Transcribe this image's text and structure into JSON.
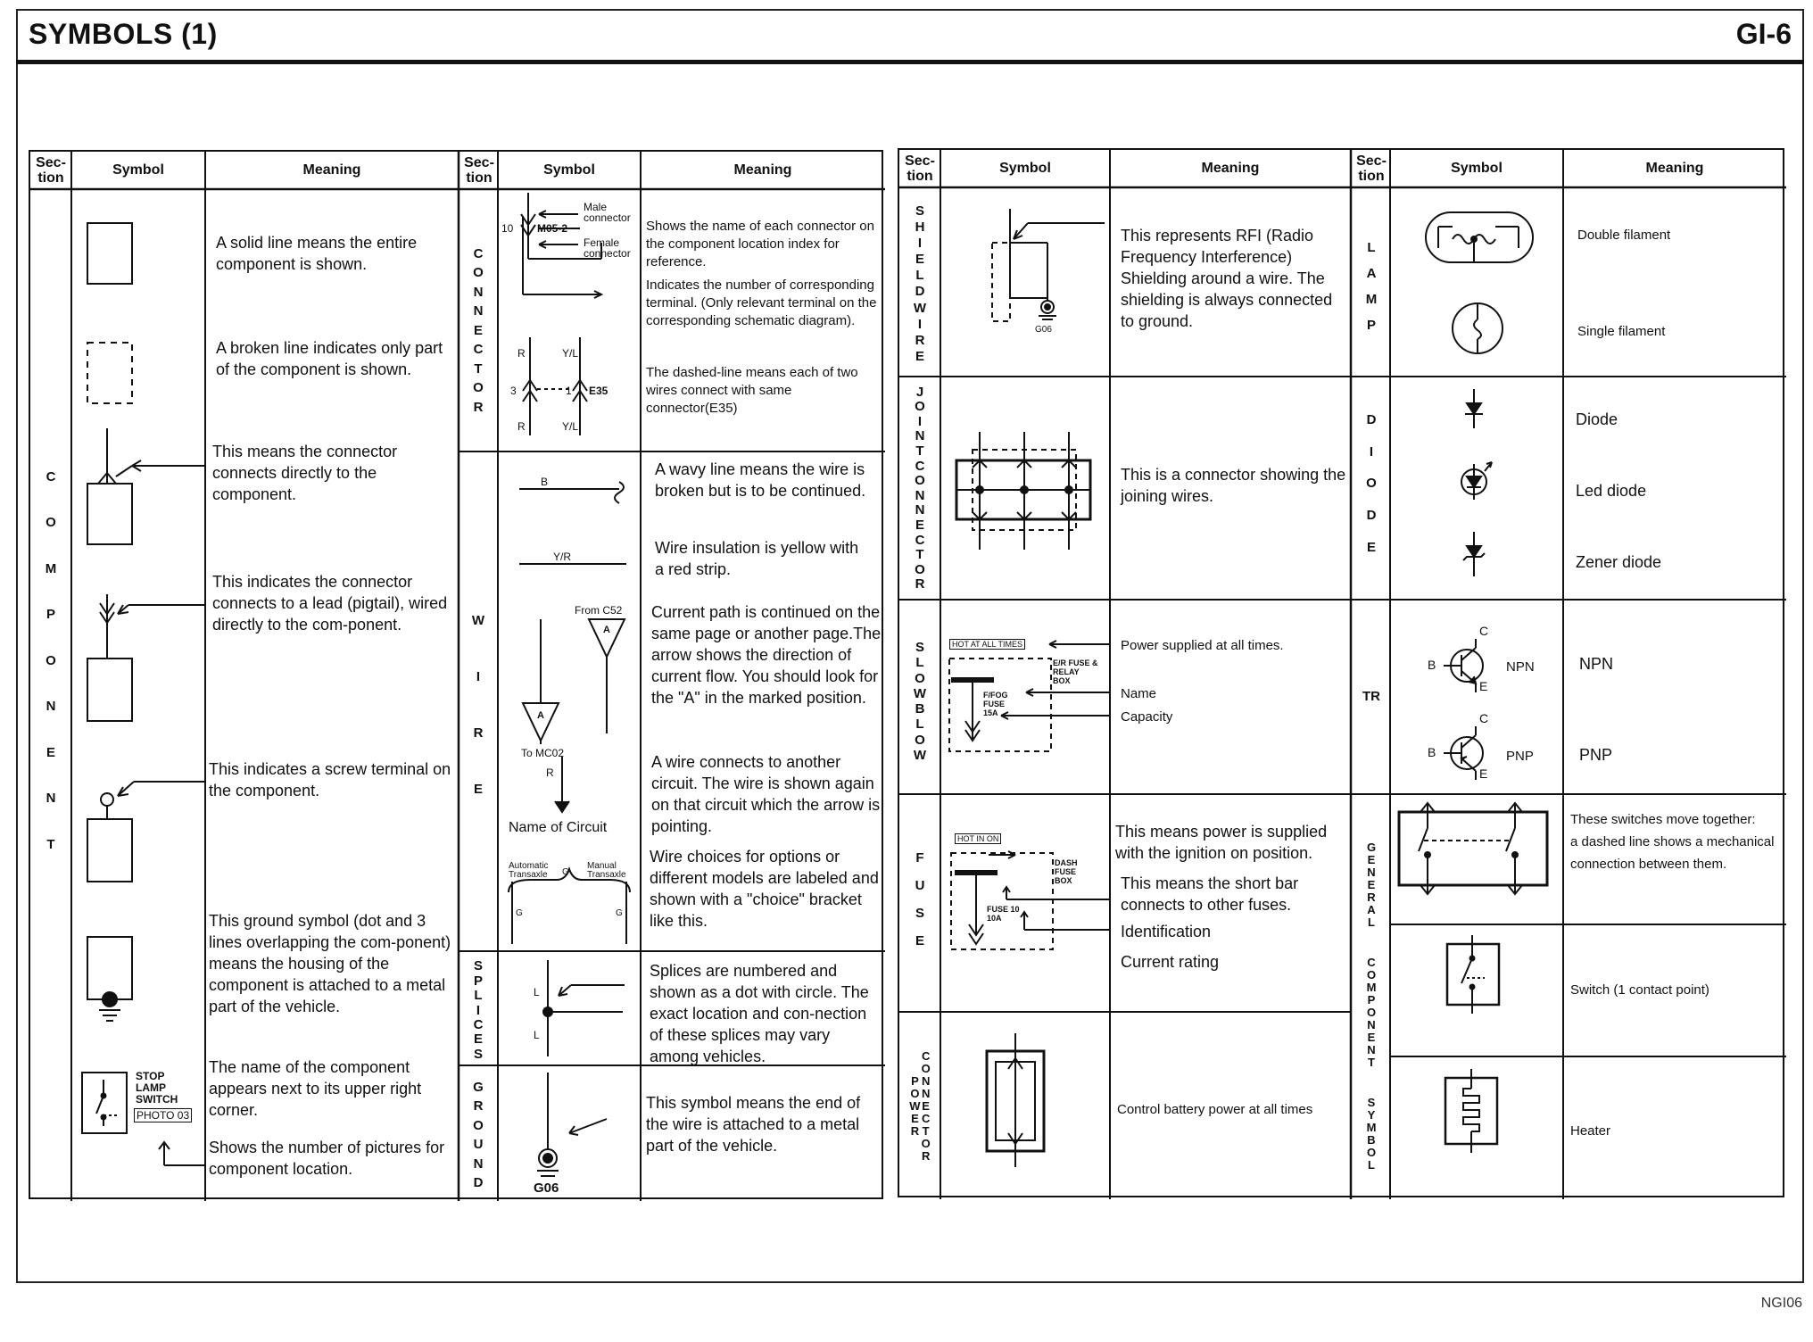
{
  "header": {
    "title": "SYMBOLS (1)",
    "page": "GI-6"
  },
  "footer": {
    "code": "NGI06"
  },
  "columns": {
    "section": "Sec-\ntion",
    "symbol": "Symbol",
    "meaning": "Meaning"
  },
  "left": {
    "component": {
      "section": "COMPONENT",
      "m1": "A solid line means the entire component is shown.",
      "m2": "A broken line indicates only part of the component is shown.",
      "m3": "This means the connector connects directly to the component.",
      "m4": "This indicates the connector connects to a lead (pigtail), wired directly to the com-ponent.",
      "m5": "This indicates a screw terminal on the component.",
      "m6": "This ground symbol (dot and 3 lines overlapping the com-ponent) means the housing of the component is attached to a metal part of the vehicle.",
      "m7": "The name of the component appears next to its upper right corner.",
      "m8": "Shows the number of pictures for component location.",
      "stop_lamp": "STOP\nLAMP\nSWITCH",
      "photo": "PHOTO 03"
    },
    "connector": {
      "section": "CONNECTOR",
      "male": "Male\nconnector",
      "female": "Female\nconnector",
      "num10": "10",
      "code": "M05-2",
      "r_top": "R",
      "yl_top": "Y/L",
      "num3": "3",
      "num1": "1",
      "e35": "E35",
      "r_bot": "R",
      "yl_bot": "Y/L",
      "m1": "Shows the name of each connector on the component location index for reference.",
      "m2": "Indicates the number of corresponding terminal. (Only relevant terminal on the corresponding schematic diagram).",
      "m3": "The dashed-line means each of two wires connect with same connector(E35)"
    },
    "wire": {
      "section": "WIRE",
      "b": "B",
      "yr": "Y/R",
      "from": "From C52",
      "to": "To MC02",
      "a1": "A",
      "a2": "A",
      "r": "R",
      "name_circuit": "Name of Circuit",
      "auto": "Automatic\nTransaxle",
      "manual": "Manual\nTransaxle",
      "g1": "G",
      "g2": "G",
      "g3": "G",
      "m1": "A wavy line means the wire is broken but is to be continued.",
      "m2": "Wire insulation is yellow with a red strip.",
      "m3": "Current path is continued on the same page or another page.The arrow shows the direction of current flow. You should look for the \"A\" in the marked position.",
      "m4": "A wire connects to another circuit. The wire is shown again on that circuit which the arrow is pointing.",
      "m5": "Wire choices for options or different models are labeled and shown with a \"choice\" bracket like this."
    },
    "splices": {
      "section": "SPLICES",
      "l1": "L",
      "l2": "L",
      "m1": "Splices are numbered and shown as a dot with circle. The exact location and con-nection of these splices may vary among vehicles."
    },
    "ground": {
      "section": "GROUND",
      "g06": "G06",
      "m1": "This symbol means the end of the wire is attached to a metal part of the vehicle."
    }
  },
  "right": {
    "shield": {
      "section": "SHIELD WIRE",
      "g06": "G06",
      "m1": "This represents RFI (Radio Frequency Interference) Shielding around a wire. The shielding is always connected to ground."
    },
    "joint": {
      "section": "JOINT CONNECTOR",
      "m1": "This is a connector showing the joining wires."
    },
    "slow": {
      "section": "SLOW BLOW",
      "hot": "HOT AT ALL TIMES",
      "box": "E/R FUSE &\nRELAY\nBOX",
      "ffog": "F/FOG\nFUSE\n15A",
      "m1": "Power supplied at all times.",
      "m2": "Name",
      "m3": "Capacity"
    },
    "fuse": {
      "section": "FUSE",
      "hot": "HOT IN ON",
      "box": "DASH\nFUSE\nBOX",
      "f10": "FUSE 10\n10A",
      "m1": "This means power is supplied with the ignition on position.",
      "m2": "This means the short bar connects to other fuses.",
      "m3": "Identification",
      "m4": "Current rating"
    },
    "power": {
      "section": "POWER CONNECTOR",
      "m1": "Control battery power at all times"
    },
    "lamp": {
      "section": "LAMP",
      "m1": "Double filament",
      "m2": "Single filament"
    },
    "diode": {
      "section": "DIODE",
      "m1": "Diode",
      "m2": "Led diode",
      "m3": "Zener diode"
    },
    "tr": {
      "section": "TR",
      "c1": "C",
      "b1": "B",
      "e1": "E",
      "npn_lbl": "NPN",
      "c2": "C",
      "b2": "B",
      "e2": "E",
      "pnp_lbl": "PNP",
      "m1": "NPN",
      "m2": "PNP"
    },
    "general": {
      "section": "GENERAL COMPONENT SYMBOL",
      "m1": "These switches move together:\na dashed line shows a mechanical connection between them.",
      "m2": "Switch (1 contact point)",
      "m3": "Heater"
    }
  }
}
